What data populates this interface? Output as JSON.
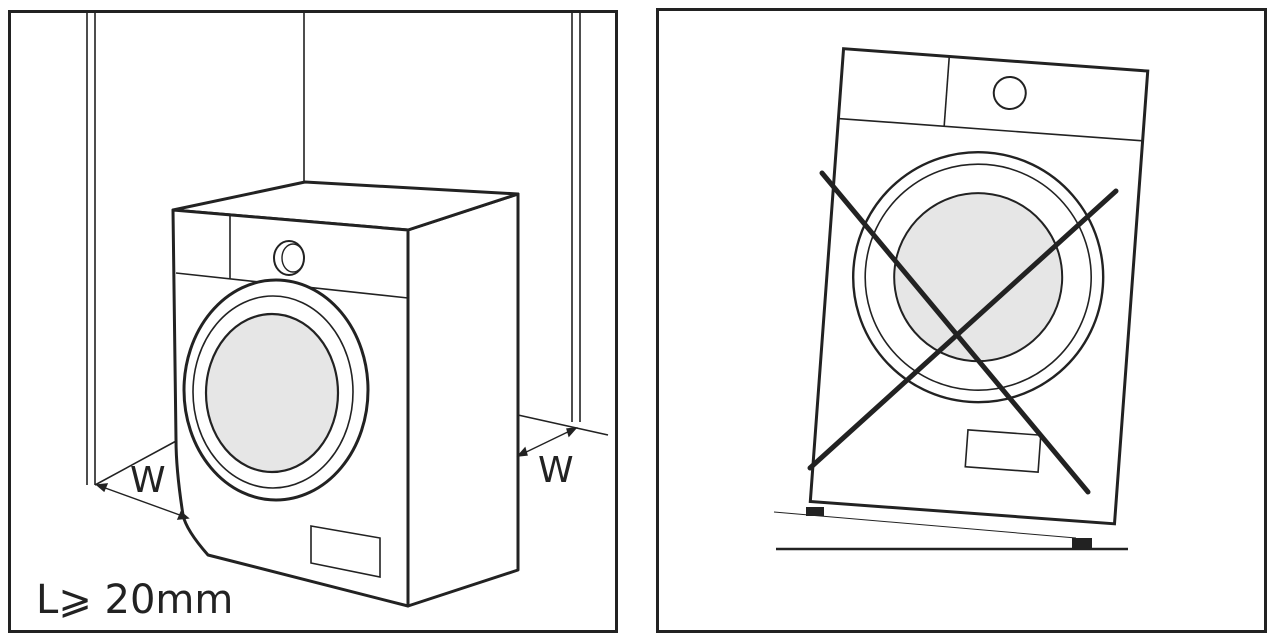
{
  "left_panel": {
    "width_label_left": "W",
    "width_label_right": "W",
    "clearance_text": "L⩾ 20mm"
  },
  "right_panel": {},
  "colors": {
    "stroke": "#222222",
    "window_fill": "#e6e6e6",
    "background": "#ffffff"
  }
}
